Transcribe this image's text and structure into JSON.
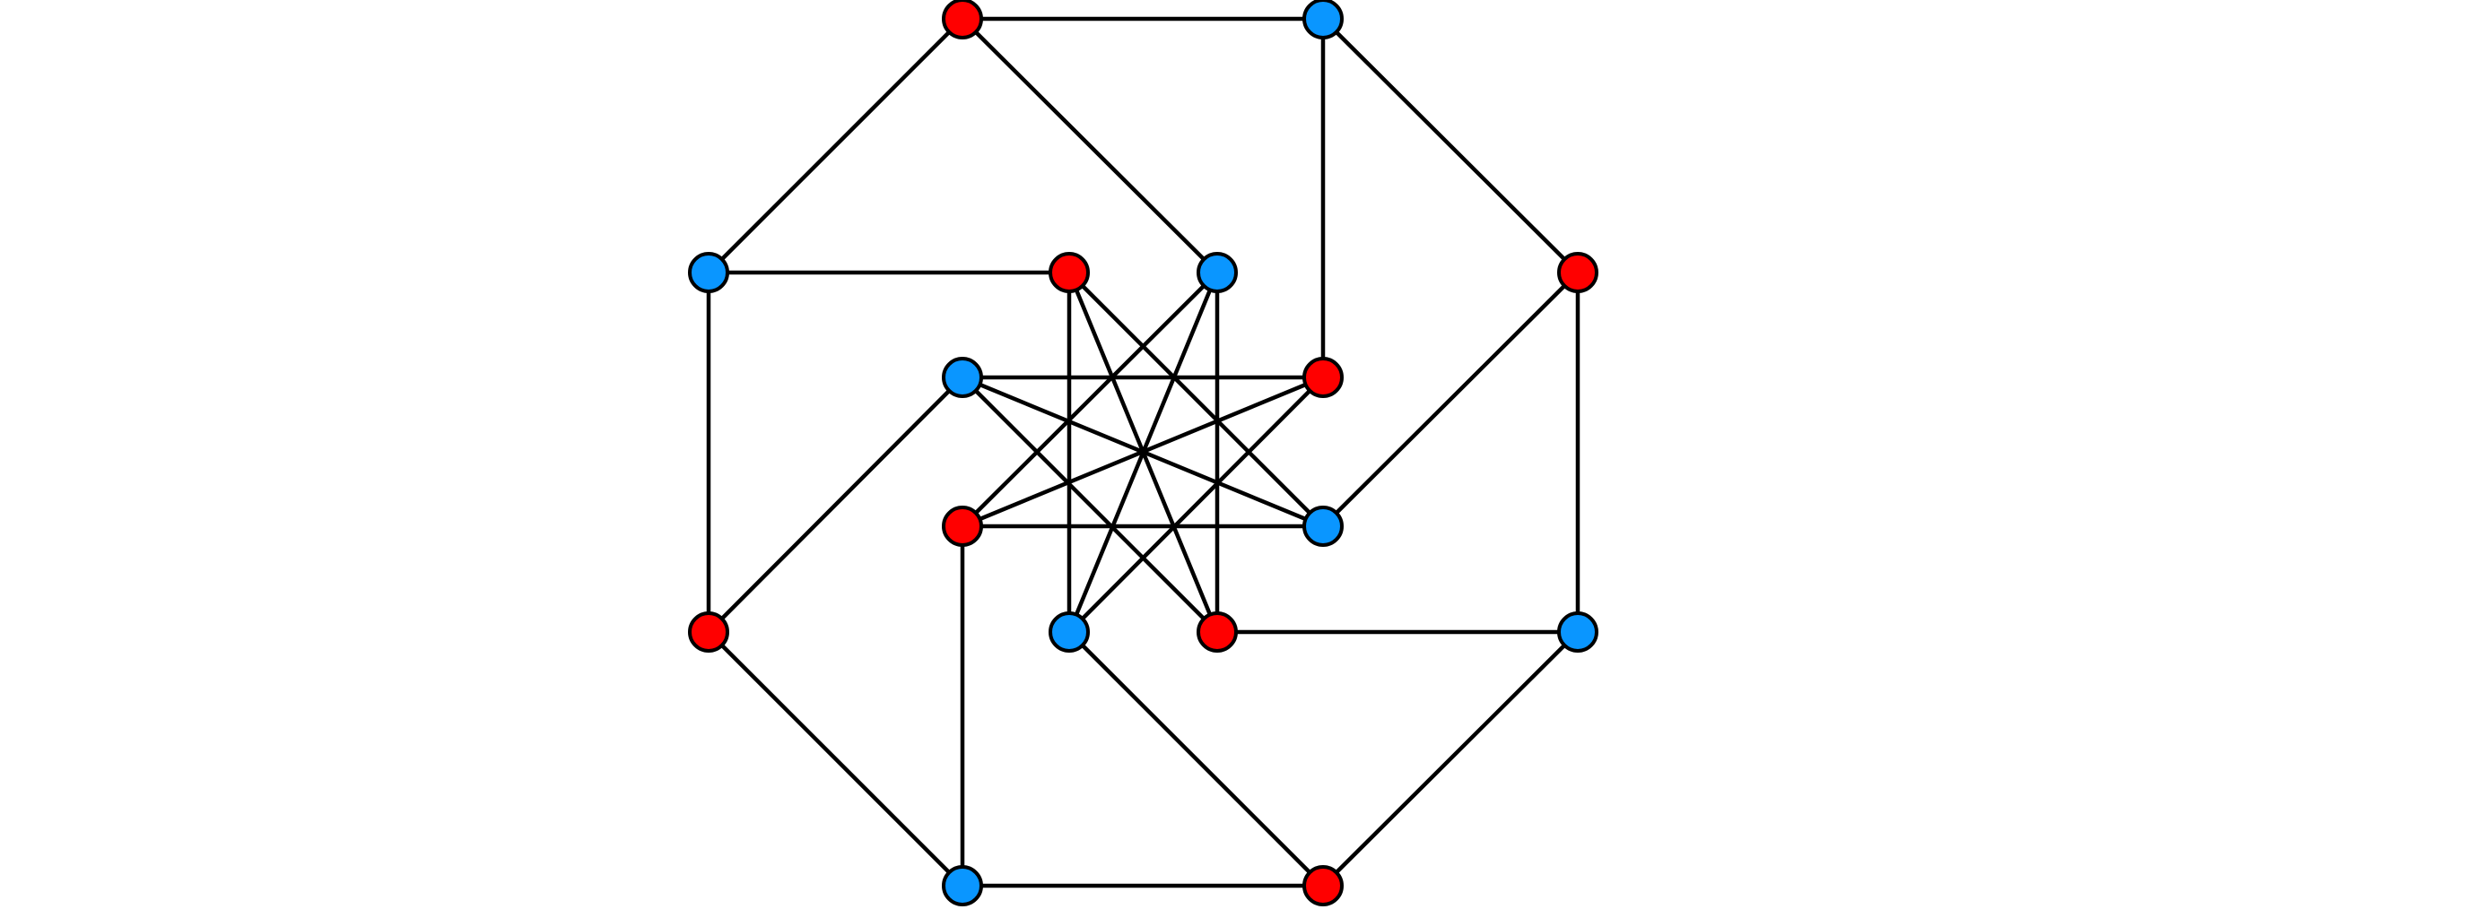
{
  "graph": {
    "colors": {
      "red": "#ff0000",
      "blue": "#0a96ff",
      "edge": "#000000",
      "background": "#ffffff"
    },
    "nodes": [
      {
        "id": "o1",
        "color": "red"
      },
      {
        "id": "o2",
        "color": "blue"
      },
      {
        "id": "o3",
        "color": "red"
      },
      {
        "id": "o4",
        "color": "blue"
      },
      {
        "id": "o5",
        "color": "red"
      },
      {
        "id": "o6",
        "color": "blue"
      },
      {
        "id": "o7",
        "color": "red"
      },
      {
        "id": "o8",
        "color": "blue"
      },
      {
        "id": "m1",
        "color": "red"
      },
      {
        "id": "m2",
        "color": "blue"
      },
      {
        "id": "m3",
        "color": "red"
      },
      {
        "id": "m4",
        "color": "blue"
      },
      {
        "id": "m5",
        "color": "red"
      },
      {
        "id": "m6",
        "color": "blue"
      },
      {
        "id": "m7",
        "color": "red"
      },
      {
        "id": "m8",
        "color": "blue"
      }
    ],
    "edges": [
      [
        "o1",
        "o2"
      ],
      [
        "o2",
        "o3"
      ],
      [
        "o3",
        "o4"
      ],
      [
        "o4",
        "o5"
      ],
      [
        "o5",
        "o6"
      ],
      [
        "o6",
        "o7"
      ],
      [
        "o7",
        "o8"
      ],
      [
        "o8",
        "o1"
      ],
      [
        "o1",
        "m2"
      ],
      [
        "o2",
        "m3"
      ],
      [
        "o3",
        "m4"
      ],
      [
        "o4",
        "m5"
      ],
      [
        "o5",
        "m6"
      ],
      [
        "o6",
        "m7"
      ],
      [
        "o7",
        "m8"
      ],
      [
        "o8",
        "m1"
      ],
      [
        "m1",
        "m5"
      ],
      [
        "m2",
        "m6"
      ],
      [
        "m3",
        "m7"
      ],
      [
        "m4",
        "m8"
      ],
      [
        "m1",
        "m6"
      ],
      [
        "m2",
        "m7"
      ],
      [
        "m3",
        "m8"
      ],
      [
        "m4",
        "m1"
      ],
      [
        "m5",
        "m2"
      ],
      [
        "m6",
        "m3"
      ],
      [
        "m7",
        "m4"
      ],
      [
        "m8",
        "m5"
      ]
    ]
  }
}
